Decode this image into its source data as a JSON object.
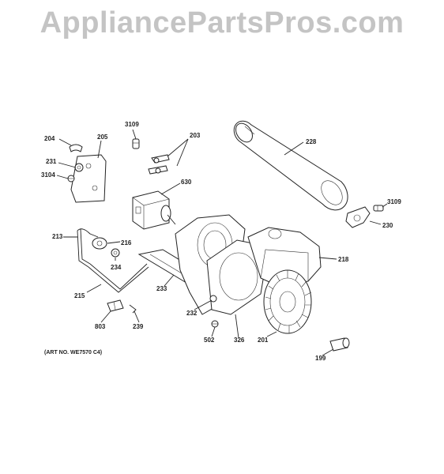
{
  "watermark": "AppliancePartsPros.com",
  "art_number": "(ART NO. WE7570 C4)",
  "callouts": {
    "p3109a": "3109",
    "p203": "203",
    "p228": "228",
    "p204": "204",
    "p205": "205",
    "p231": "231",
    "p3104": "3104",
    "p630": "630",
    "p3109b": "3109",
    "p230": "230",
    "p213": "213",
    "p216": "216",
    "p234": "234",
    "p218": "218",
    "p215": "215",
    "p233": "233",
    "p232": "232",
    "p803": "803",
    "p239": "239",
    "p502": "502",
    "p326": "326",
    "p201": "201",
    "p199": "199"
  }
}
